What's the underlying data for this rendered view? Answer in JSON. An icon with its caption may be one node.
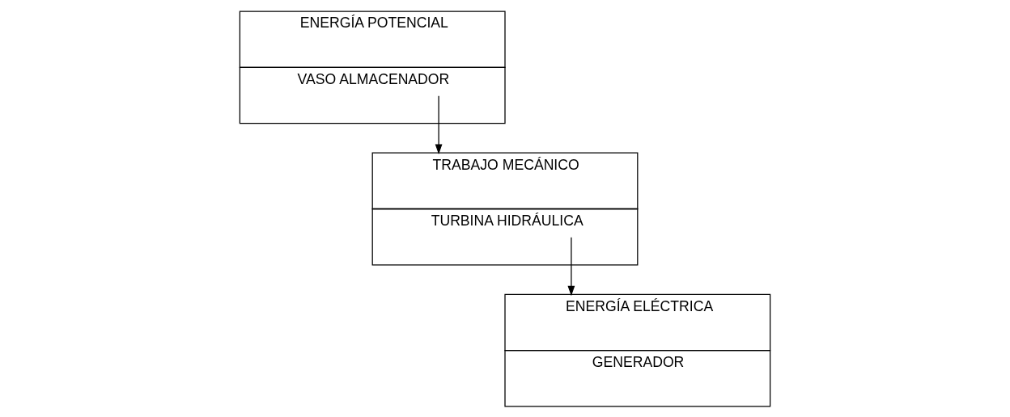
{
  "diagram": {
    "nodes": [
      {
        "text": [
          "ENERGÍA POTENCIAL",
          "VASO ALMACENADOR"
        ]
      },
      {
        "text": [
          "TRABAJO MECÁNICO",
          "TURBINA HIDRÁULICA"
        ]
      },
      {
        "text": [
          "ENERGÍA ELÉCTRICA",
          "GENERADOR"
        ]
      }
    ],
    "edges": [
      {
        "from": 0,
        "to": 1,
        "arrow": "to"
      },
      {
        "from": 1,
        "to": 2,
        "arrow": "to"
      }
    ]
  }
}
